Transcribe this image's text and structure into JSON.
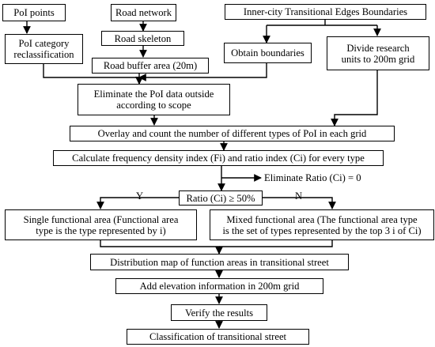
{
  "nodes": {
    "poi_points": "PoI points",
    "road_network": "Road network",
    "inner_city_boundaries": "Inner-city Transitional Edges Boundaries",
    "poi_category_reclass": "PoI category\nreclassification",
    "road_skeleton": "Road skeleton",
    "road_buffer": "Road buffer area (20m)",
    "obtain_boundaries": "Obtain boundaries",
    "divide_units": "Divide research\nunits to 200m grid",
    "eliminate_poi": "Eliminate the PoI data outside\naccording to scope",
    "overlay_count": "Overlay and count the number of different types of PoI in each grid",
    "calculate_indices": "Calculate frequency density index (Fi) and ratio index (Ci) for every type",
    "ratio_condition": "Ratio (Ci) ≥ 50%",
    "single_area": "Single functional area (Functional area\ntype is the type represented by i)",
    "mixed_area": "Mixed functional area (The functional area type\nis the set of types represented by the top 3 i of Ci)",
    "distribution_map": "Distribution map of function areas in transitional street",
    "add_elevation": "Add elevation information in 200m grid",
    "verify": "Verify the results",
    "classification": "Classification of transitional street"
  },
  "labels": {
    "eliminate_ratio": "Eliminate Ratio (Ci) = 0",
    "yes": "Y",
    "no": "N"
  }
}
